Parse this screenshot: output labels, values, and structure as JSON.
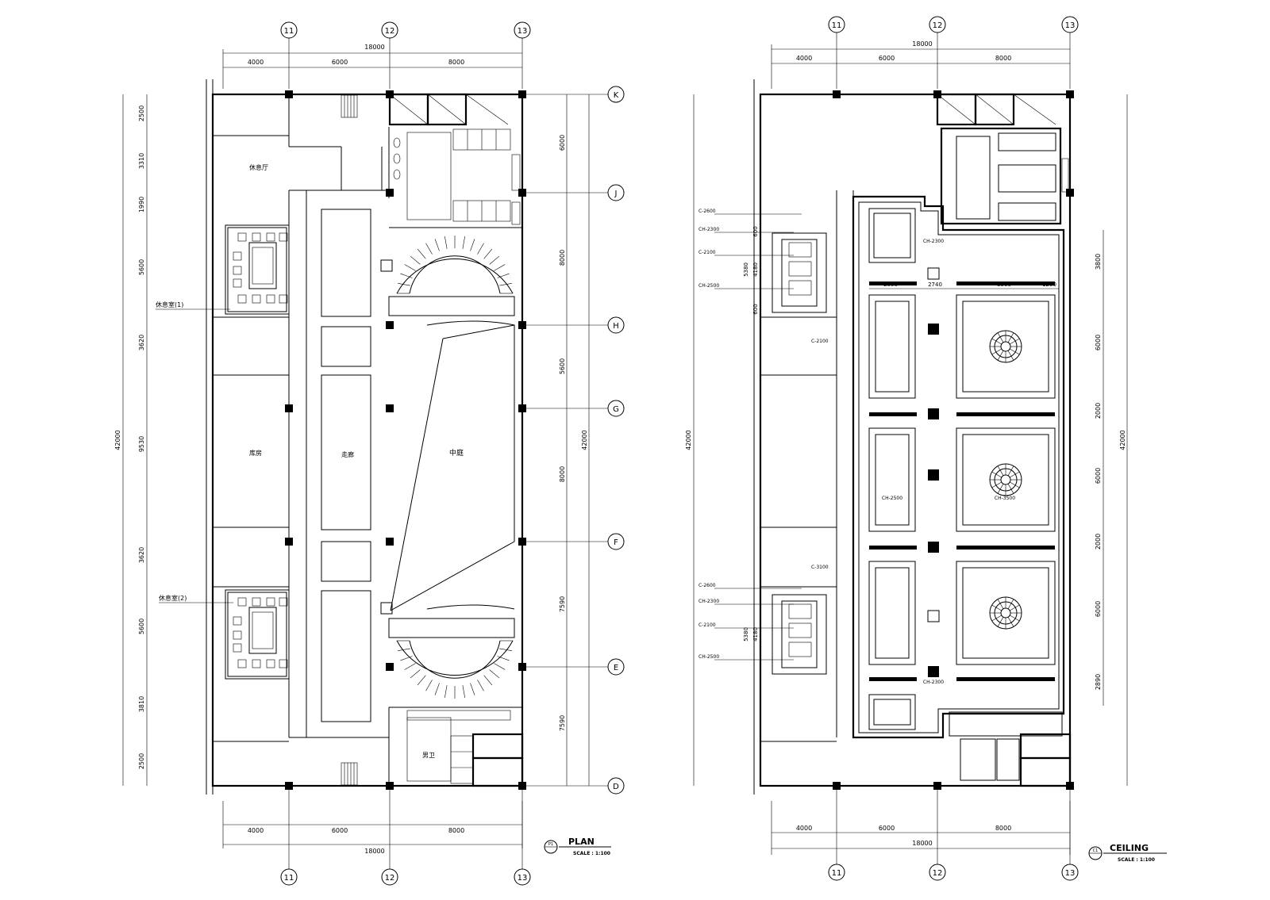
{
  "plan": {
    "grid_bubbles": [
      "11",
      "12",
      "13"
    ],
    "row_bubbles": [
      "K",
      "J",
      "H",
      "G",
      "F",
      "E",
      "D"
    ],
    "top_dims": [
      "4000",
      "6000",
      "8000"
    ],
    "total_dim": "18000",
    "left_dims": [
      "2500",
      "3310",
      "1990",
      "5600",
      "3620",
      "9530",
      "3620",
      "5600",
      "3810",
      "2500"
    ],
    "left_total": "42000",
    "right_dims": [
      "6000",
      "8000",
      "5600",
      "8000",
      "7590",
      "7590"
    ],
    "right_total": "42000",
    "room_labels": {
      "top_room": "休息厅",
      "mid_left": "库房",
      "corridor": "走廊",
      "hall": "中庭",
      "toilet": "男卫"
    },
    "callouts": [
      "休息室(1)",
      "休息室(2)"
    ],
    "title": "PLAN",
    "scale": "SCALE : 1:100",
    "title_ref": "P1"
  },
  "ceiling": {
    "grid_bubbles": [
      "11",
      "12",
      "13"
    ],
    "top_dims": [
      "4000",
      "6000",
      "8000"
    ],
    "total_dim": "18000",
    "left_total": "42000",
    "right_dims": [
      "3800",
      "6000",
      "2000",
      "6000",
      "2000",
      "6000",
      "2890"
    ],
    "right_total": "42000",
    "inner_dims": [
      "2800",
      "2740",
      "3500",
      "1200"
    ],
    "room_dims": [
      "5380",
      "4180",
      "600",
      "600"
    ],
    "callouts": [
      "C-2600",
      "CH-2300",
      "C-2100",
      "CH-2500"
    ],
    "small_labels": [
      "CH-2300",
      "CH-2500",
      "CH-3500",
      "CH-2300",
      "C-2100",
      "C-3100"
    ],
    "title": "CEILING",
    "scale": "SCALE : 1:100",
    "title_ref": "C1"
  }
}
